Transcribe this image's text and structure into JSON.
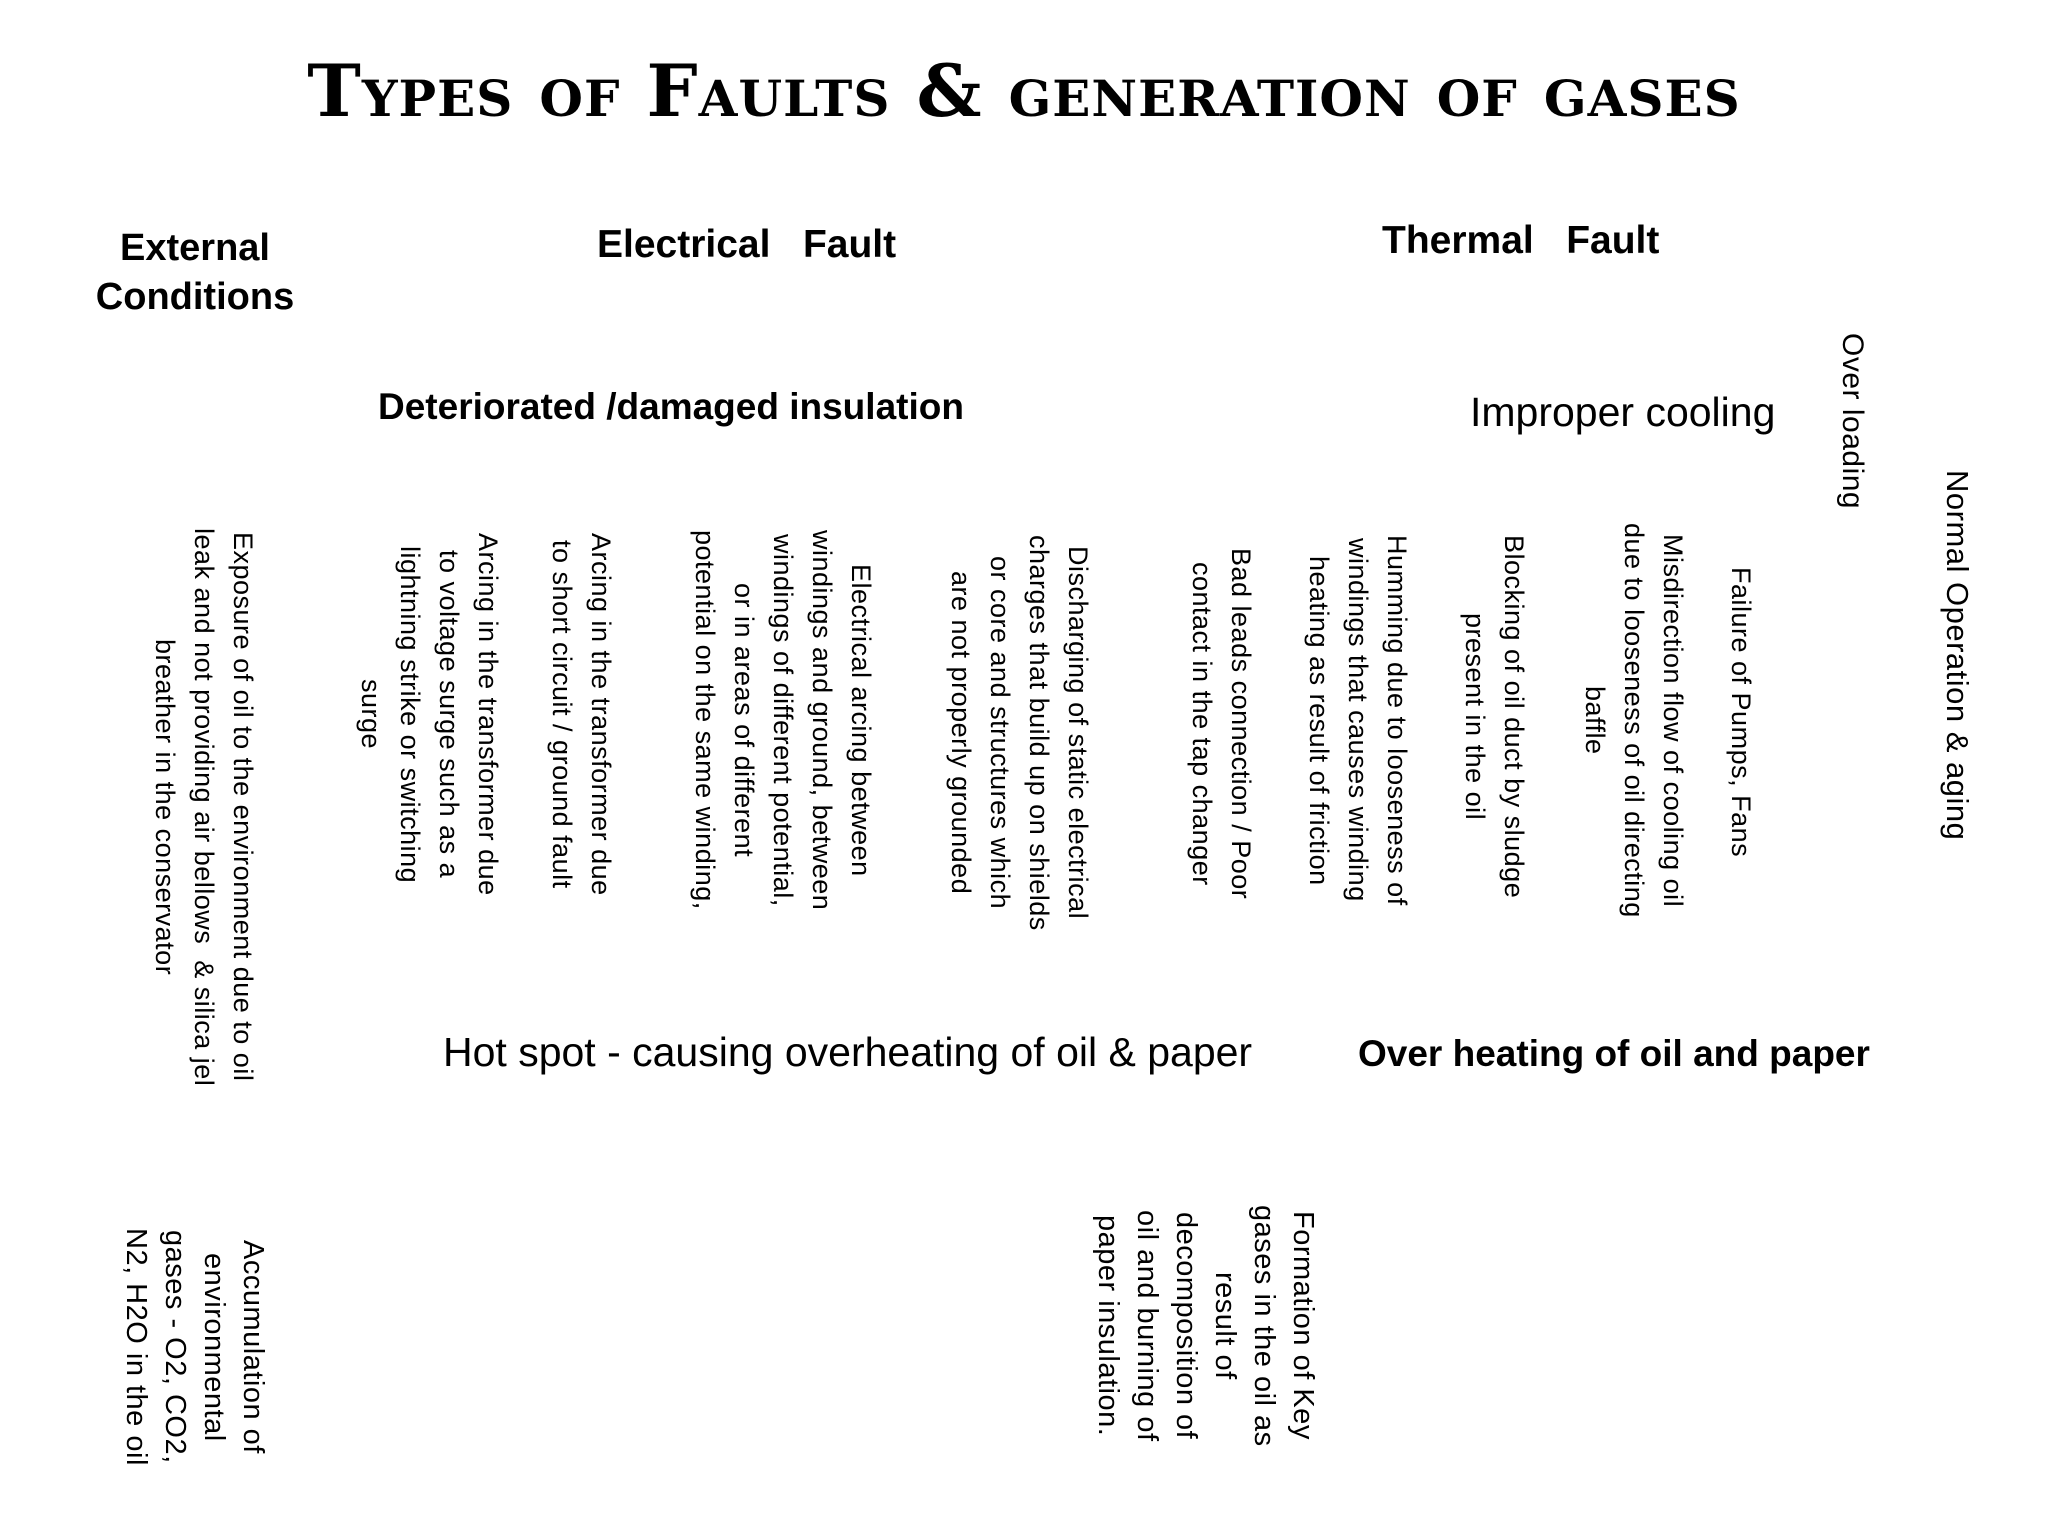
{
  "title": "Types of Faults & generation of gases",
  "headers": {
    "external_conditions": "External\nConditions",
    "electrical_fault": "Electrical   Fault",
    "thermal_fault": "Thermal   Fault",
    "deteriorated_insulation": "Deteriorated /damaged insulation",
    "improper_cooling": "Improper cooling",
    "hot_spot": "Hot spot - causing overheating of oil & paper",
    "over_heating": "Over heating of oil and paper"
  },
  "causes": {
    "exposure": "Exposure of oil to the environment due to oil\nleak and not providing air bellows  & silica jel\nbreather in the conservator",
    "arcing_voltage_surge": "Arcing in the transformer due\nto voltage surge such as a\nlightning strike or switching\nsurge",
    "arcing_short_circuit": "Arcing in the transformer due\nto short circuit / ground fault",
    "electrical_arcing": "Electrical arcing between\nwindings and ground, between\nwindings of different potential,\nor in areas of different\npotential on the same winding,",
    "discharging_static": "Discharging of static electrical\ncharges that build up on shields\nor core and structures which\nare not properly grounded",
    "bad_leads": "Bad leads connection / Poor\ncontact in the tap changer",
    "humming": "Humming due to looseness of\nwindings that causes winding\nheating as result of friction",
    "blocking_oil_duct": "Blocking of oil duct by sludge\npresent in the oil",
    "misdirection_flow": "Misdirection flow of cooling oil\ndue to looseness of oil directing\nbaffle",
    "failure_pumps_fans": "Failure of Pumps, Fans",
    "over_loading": "Over loading",
    "normal_operation": "Normal Operation & aging"
  },
  "outcomes": {
    "accumulation": "Accumulation of\nenvironmental\ngases - O2, CO2,\nN2, H2O in the oil",
    "formation": "Formation of Key\ngases in the oil as\nresult of\ndecomposition of\noil and burning of\npaper insulation."
  }
}
